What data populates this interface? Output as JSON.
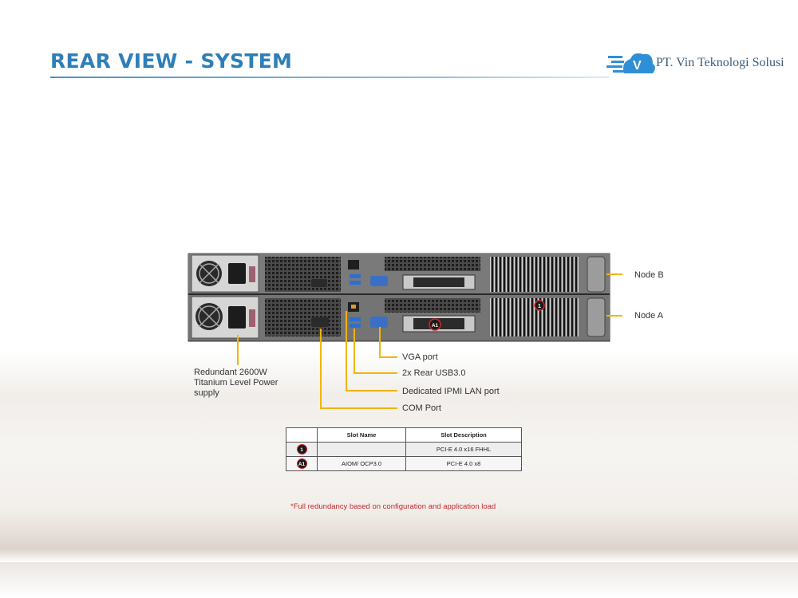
{
  "header": {
    "title": "REAR VIEW - SYSTEM",
    "company": "PT. Vin Teknologi Solusi",
    "logo_letter": "V"
  },
  "callouts": {
    "node_b": "Node B",
    "node_a": "Node A",
    "vga": "VGA port",
    "usb": "2x Rear USB3.0",
    "ipmi": "Dedicated IPMI  LAN port",
    "com": "COM Port",
    "psu_line1": "Redundant  2600W",
    "psu_line2": "Titanium  Level  Power",
    "psu_line3": "supply"
  },
  "server_badges": {
    "slot1": "1",
    "slotA1": "A1"
  },
  "slot_table": {
    "headers": [
      "",
      "Slot Name",
      "Slot Description"
    ],
    "rows": [
      {
        "badge": "1",
        "name": "",
        "description": "PCI-E 4.0 x16 FHHL"
      },
      {
        "badge": "A1",
        "name": "AIOM/ OCP3.0",
        "description": "PCI-E 4.0 x8"
      }
    ]
  },
  "footnote": "*Full redundancy based on configuration and application load",
  "colors": {
    "title": "#2e7fb8",
    "callout_line": "#f4b400",
    "footnote": "#c8262c",
    "chassis": "#5a5a5a"
  }
}
